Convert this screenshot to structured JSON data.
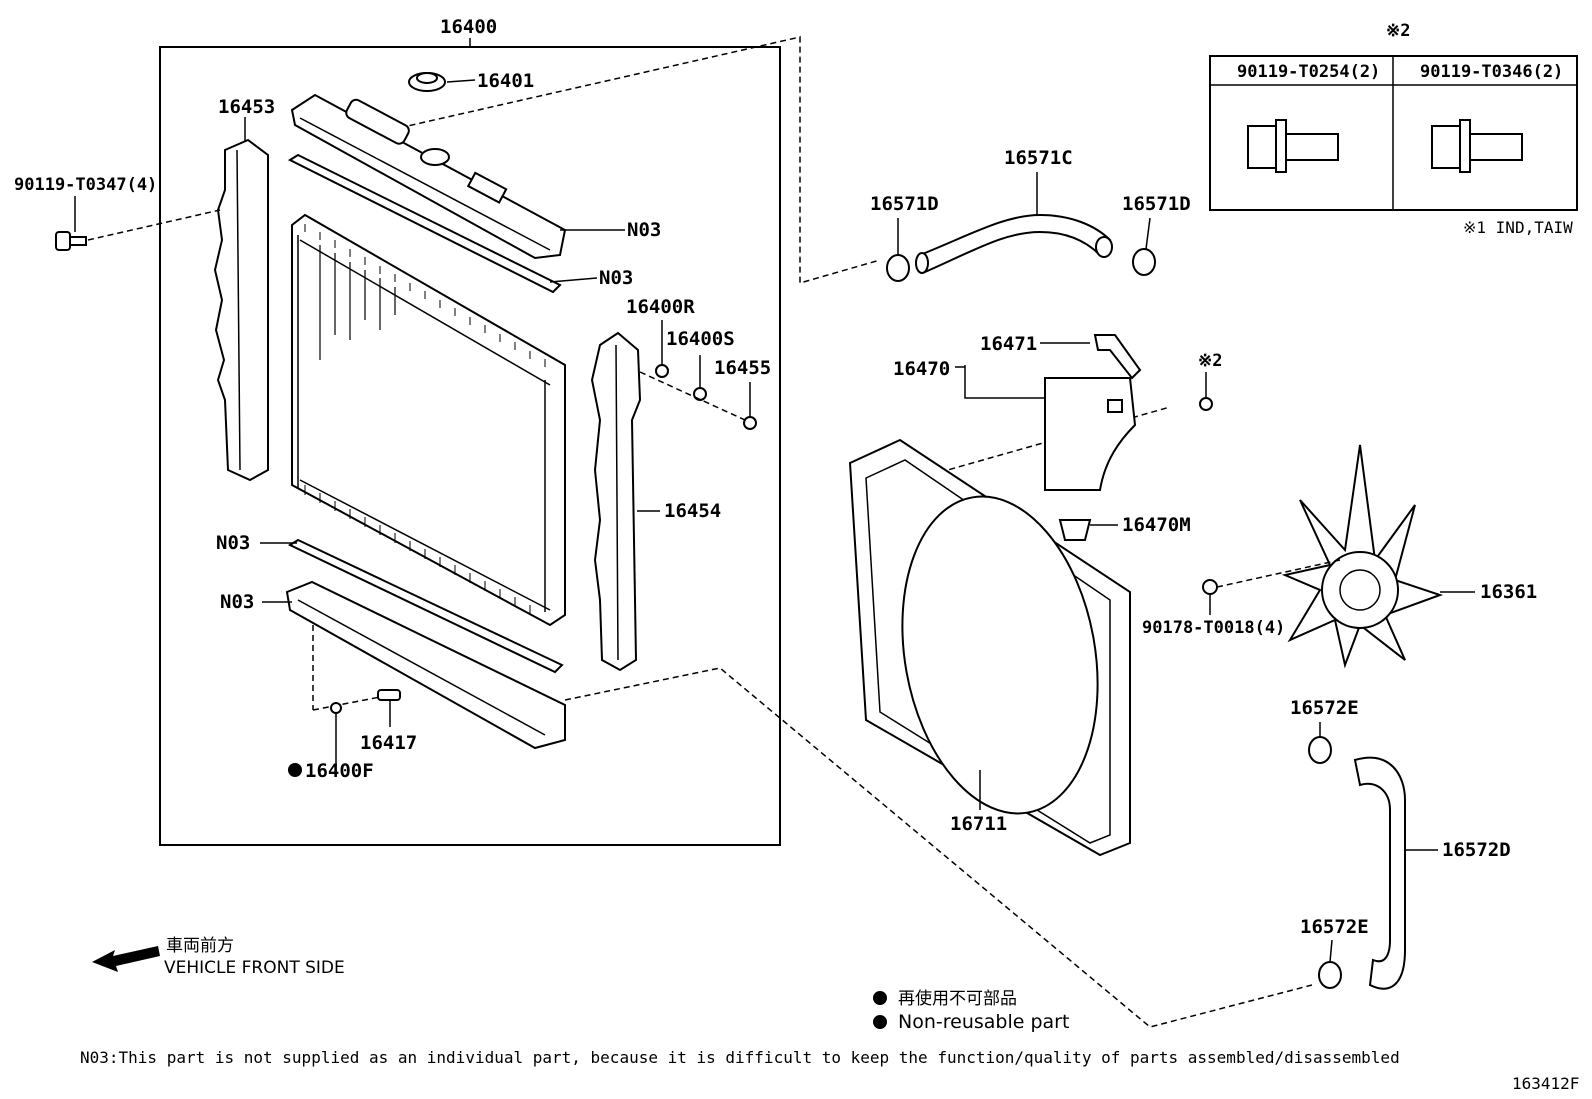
{
  "callouts": {
    "radiator_assy": "16400",
    "cap": "16401",
    "support_left": "16453",
    "bolt_left": "90119-T0347(4)",
    "n03_top_tank": "N03",
    "n03_top_gasket": "N03",
    "bracket_r": "16400R",
    "bracket_s": "16400S",
    "screw": "16455",
    "support_right": "16454",
    "n03_bottom_gasket": "N03",
    "n03_bottom_tank": "N03",
    "drain_cock": "16417",
    "drain_plug": "16400F",
    "hose_upper": "16571C",
    "clamp_upper_left": "16571D",
    "clamp_upper_right": "16571D",
    "reserve_tank": "16470",
    "reserve_hose": "16471",
    "reserve_cap": "16470M",
    "fan": "16361",
    "fan_nut": "90178-T0018(4)",
    "shroud": "16711",
    "clamp_lower_top": "16572E",
    "hose_lower": "16572D",
    "clamp_lower_bottom": "16572E",
    "note_mark_2": "※2"
  },
  "bolt_table": {
    "mark": "※2",
    "col1": "90119-T0254(2)",
    "col2": "90119-T0346(2)",
    "footnote": "※1 IND,TAIW"
  },
  "legend": {
    "front_jp": "車両前方",
    "front_en": "VEHICLE FRONT SIDE",
    "nonreuse_jp": "再使用不可部品",
    "nonreuse_en": "Non-reusable part"
  },
  "note": "N03:This part is not supplied as an individual part, because it is difficult to keep the function/quality of parts assembled/disassembled",
  "figure_id": "163412F"
}
